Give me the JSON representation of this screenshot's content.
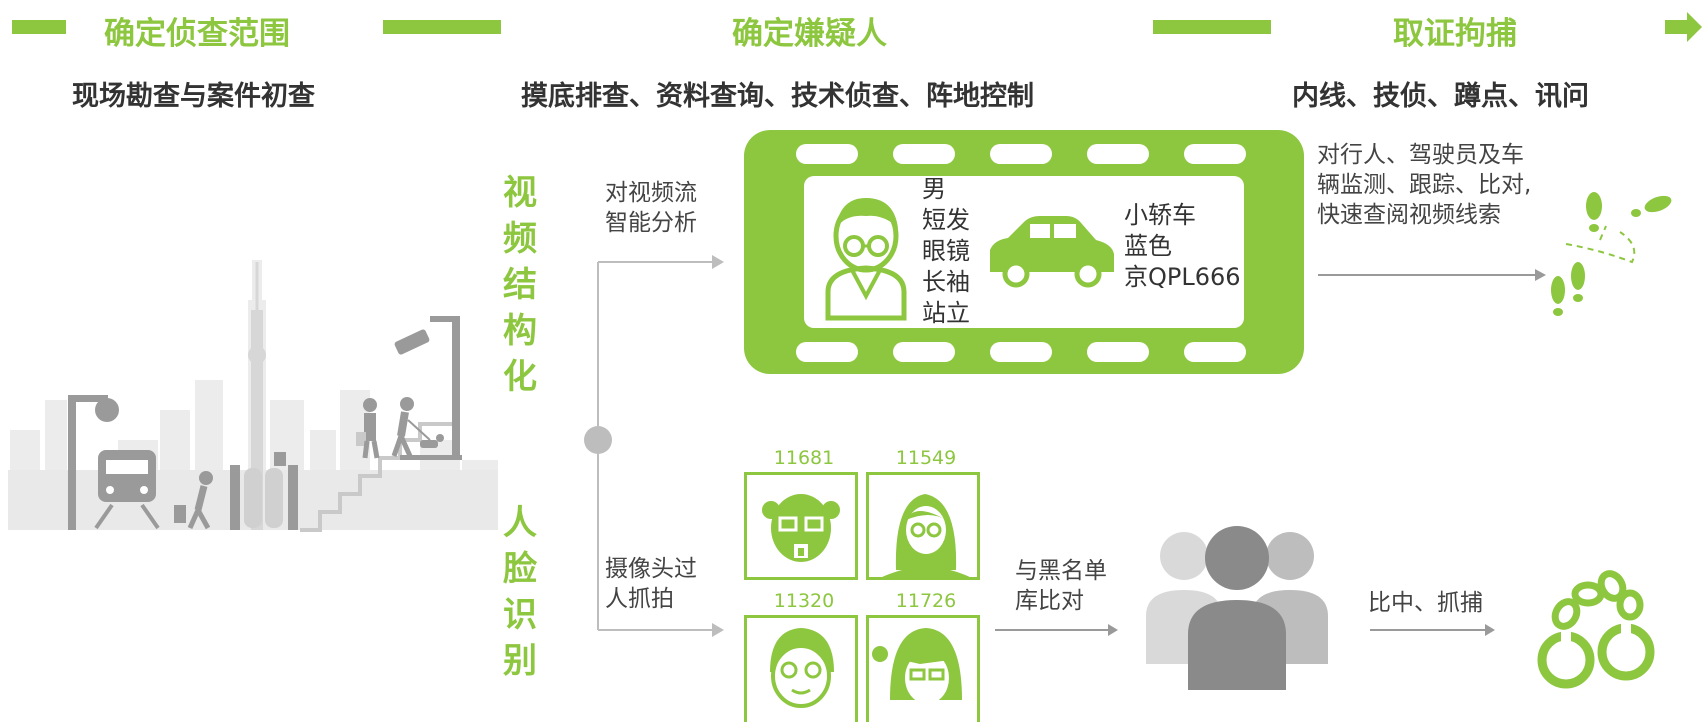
{
  "colors": {
    "accent": "#8dc63f",
    "gray": "#9a9a9a",
    "light_gray": "#d9d9d9",
    "text": "#333333"
  },
  "stages": [
    {
      "title": "确定侦查范围",
      "sub": "现场勘查与案件初查"
    },
    {
      "title": "确定嫌疑人",
      "sub": "摸底排查、资料查询、技术侦查、阵地控制"
    },
    {
      "title": "取证拘捕",
      "sub": "内线、技侦、蹲点、讯问"
    }
  ],
  "video_structuring": {
    "label": [
      "视",
      "频",
      "结",
      "构",
      "化"
    ],
    "input_label": [
      "对视频流",
      "智能分析"
    ],
    "person_attrs": [
      "男",
      "短发",
      "眼镜",
      "长袖",
      "站立"
    ],
    "vehicle_attrs": [
      "小轿车",
      "蓝色",
      "京QPL666"
    ],
    "output_label": [
      "对行人、驾驶员及车",
      "辆监测、跟踪、比对,",
      "快速查阅视频线索"
    ]
  },
  "face_recognition": {
    "label": [
      "人",
      "脸",
      "识",
      "别"
    ],
    "input_label": [
      "摄像头过",
      "人抓拍"
    ],
    "face_ids": [
      "11681",
      "11549",
      "11320",
      "11726"
    ],
    "compare_label": [
      "与黑名单",
      "库比对"
    ],
    "result_label": "比中、抓捕"
  },
  "icons": [
    "city-scene-icon",
    "person-icon",
    "car-icon",
    "footprints-icon",
    "crowd-icon",
    "handcuffs-icon",
    "face-icon"
  ]
}
